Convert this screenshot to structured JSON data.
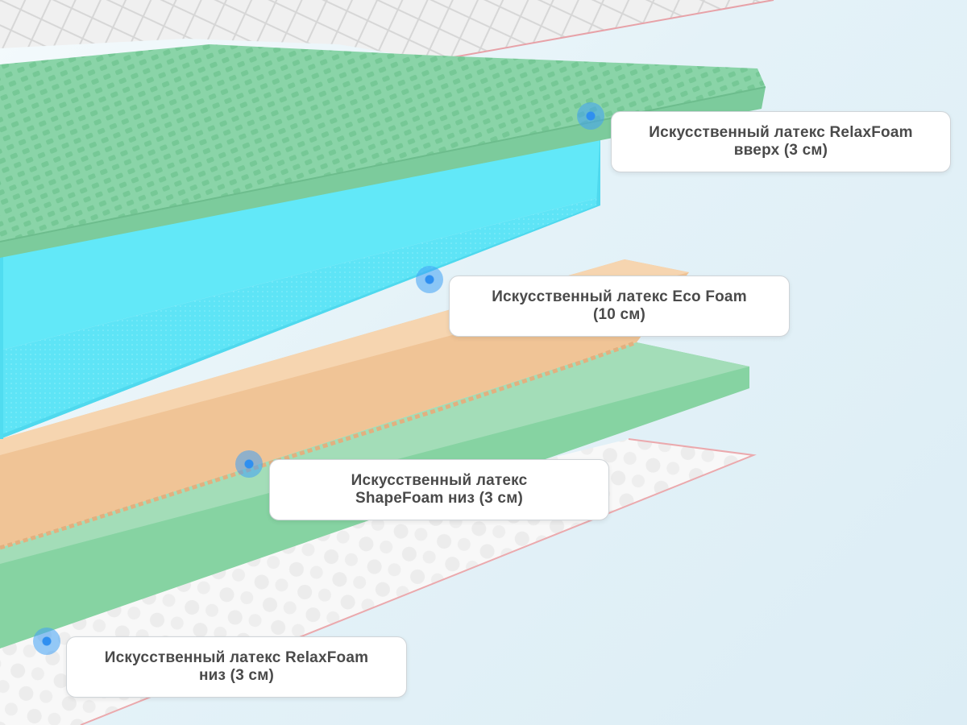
{
  "layers": [
    {
      "line1": "Искусственный латекс RelaxFoam",
      "line2": "вверх (3 см)"
    },
    {
      "line1": "Искусственный латекс Eco Foam",
      "line2": "(10 см)"
    },
    {
      "line1": "Искусственный латекс",
      "line2": "ShapeFoam низ (3 см)"
    },
    {
      "line1": "Искусственный латекс RelaxFoam",
      "line2": "низ (3 см)"
    }
  ],
  "colors": {
    "cover": "#f1f1f1",
    "green_latex": "#7fcf9e",
    "blue_foam": "#58e6f8",
    "peach_foam": "#f1c79a",
    "bottom_cover": "#f7f7f7",
    "marker": "#2f8ff0"
  }
}
